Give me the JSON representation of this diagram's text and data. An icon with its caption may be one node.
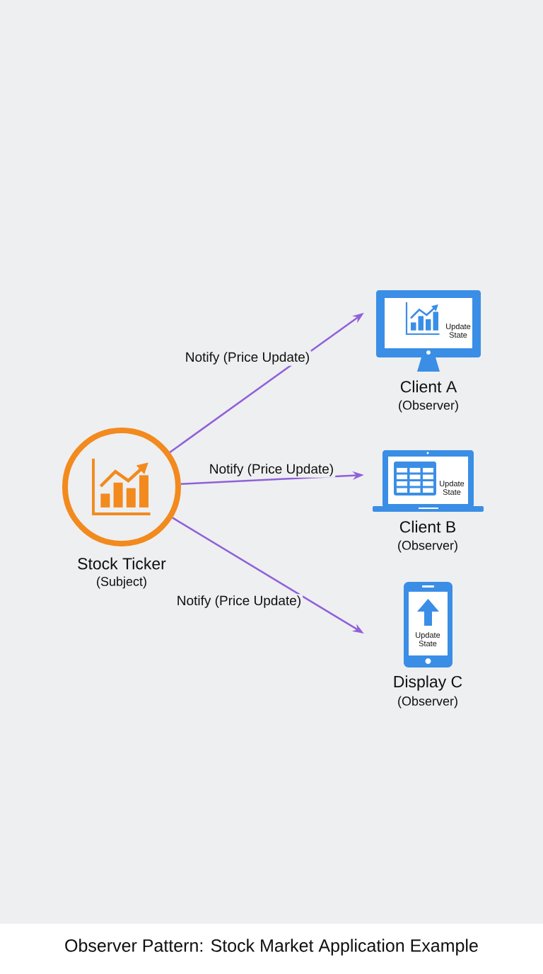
{
  "diagram": {
    "caption": "Observer Pattern: Stock Market Application Example",
    "nodes": [
      {
        "text": [
          "Stock Ticker",
          "(Subject)"
        ]
      },
      {
        "text": [
          "Update State",
          "Client A",
          "(Observer)"
        ]
      },
      {
        "text": [
          "Update State",
          "Client B",
          "(Observer)"
        ]
      },
      {
        "text": [
          "Update State",
          "Display C",
          "(Observer)"
        ]
      }
    ],
    "edges": [
      {
        "from": 0,
        "to": 1,
        "arrow": "to",
        "label": "Notify (Price Update)"
      },
      {
        "from": 0,
        "to": 2,
        "arrow": "to",
        "label": "Notify (Price Update)"
      },
      {
        "from": 0,
        "to": 3,
        "arrow": "to",
        "label": "Notify (Price Update)"
      }
    ]
  }
}
